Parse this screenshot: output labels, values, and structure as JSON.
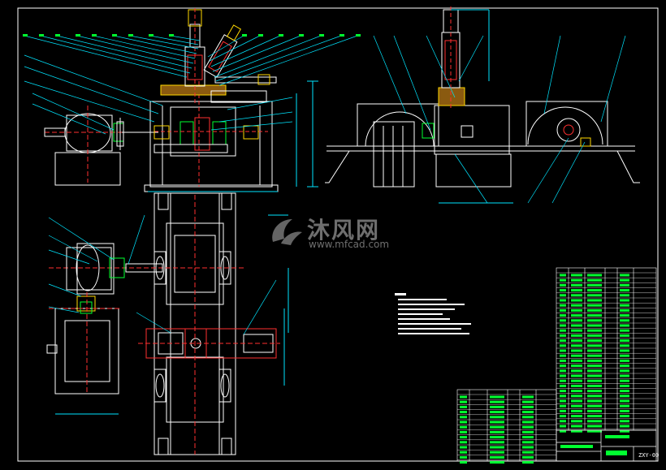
{
  "watermark": {
    "cn": "沐风网",
    "en": "www.mfcad.com"
  },
  "title_block": {
    "code": "ZXY-00"
  },
  "colors": {
    "background": "#000000",
    "frame": "#ffffff",
    "outline": "#ffffff",
    "leader": "#00e5ff",
    "parts_red": "#ff3030",
    "parts_green": "#00ff30",
    "parts_yellow": "#ffd800",
    "dimension": "#00e5ff",
    "hidden": "#ff2a2a"
  }
}
